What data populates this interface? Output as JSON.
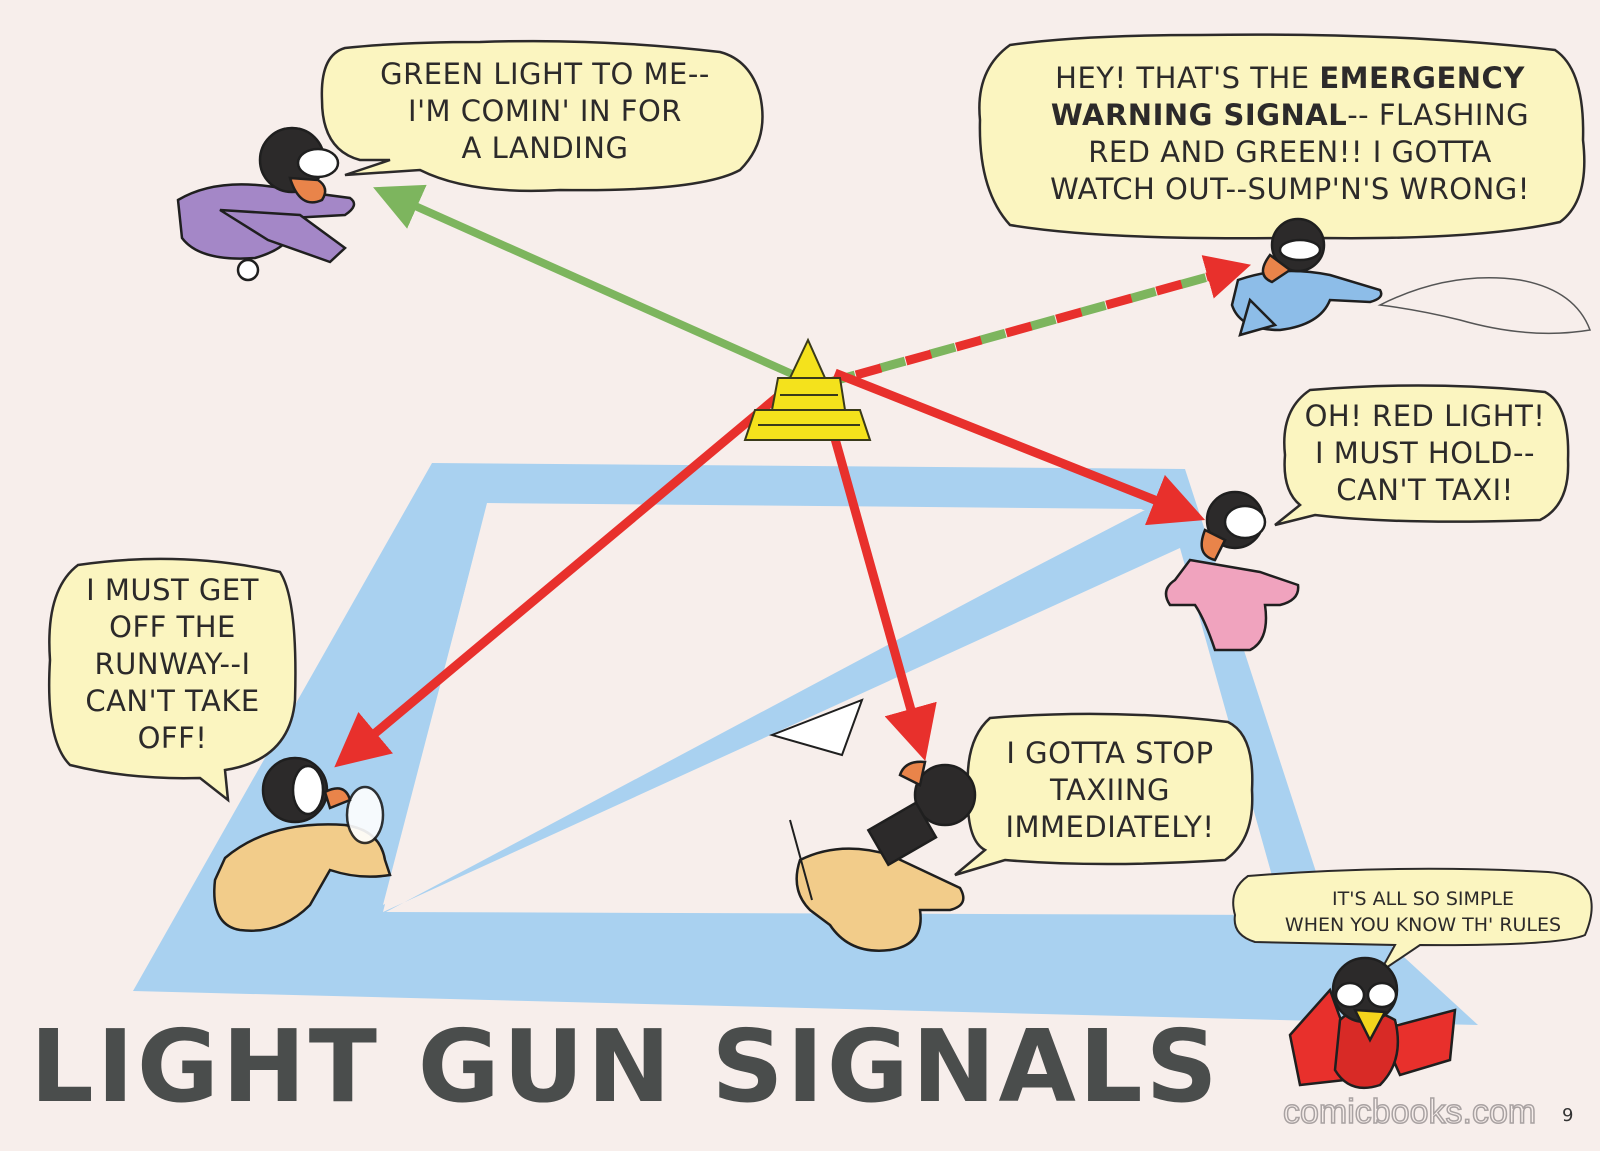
{
  "title": "LIGHT GUN SIGNALS",
  "watermark": "comicbooks.com",
  "page_number": "9",
  "bubbles": {
    "landing": {
      "lines": [
        "GREEN LIGHT TO ME--",
        "I'M COMIN' IN FOR",
        "A LANDING"
      ]
    },
    "emergency": {
      "line1_plain": "HEY! THAT'S THE ",
      "line1_bold": "EMERGENCY",
      "line2_bold": "WARNING SIGNAL",
      "line2_plain": "-- FLASHING",
      "lines_rest": [
        "RED AND GREEN!! I GOTTA",
        "WATCH OUT--SUMP'N'S WRONG!"
      ]
    },
    "hold": {
      "lines": [
        "OH! RED LIGHT!",
        "I MUST HOLD--",
        "CAN'T TAXI!"
      ]
    },
    "runway": {
      "lines": [
        "I MUST GET",
        "OFF THE",
        "RUNWAY--I",
        "CAN'T TAKE",
        "OFF!"
      ]
    },
    "stop": {
      "lines": [
        "I GOTTA STOP",
        "TAXIING",
        "IMMEDIATELY!"
      ]
    },
    "rules": {
      "lines": [
        "IT'S ALL SO SIMPLE",
        "WHEN YOU KNOW TH' RULES"
      ]
    }
  },
  "colors": {
    "background": "#f7eeeb",
    "runway": "#a9d1f0",
    "green_signal": "#7db55e",
    "red_signal": "#e8302c",
    "tower": "#f4e21c",
    "bubble": "#fbf5c0"
  }
}
